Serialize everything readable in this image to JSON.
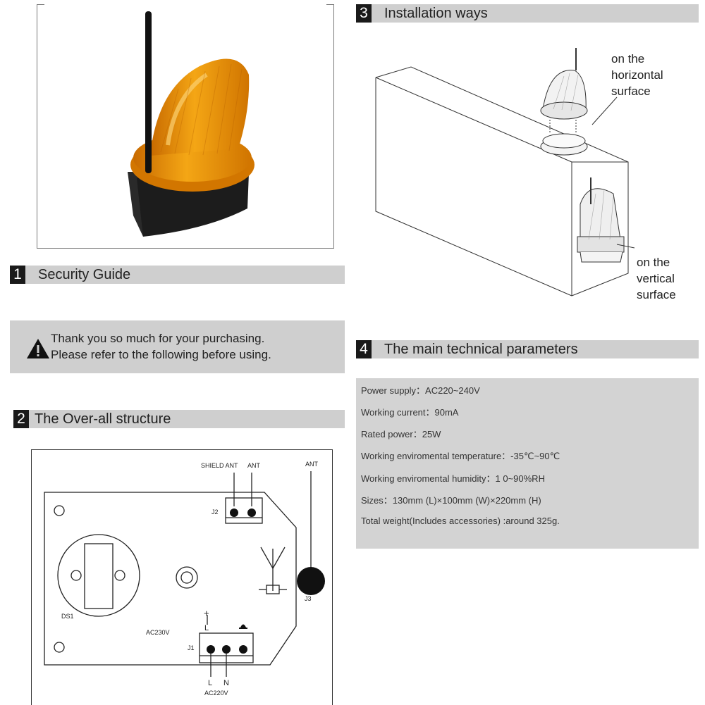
{
  "sections": {
    "security": {
      "num": "1",
      "title": "Security Guide"
    },
    "structure": {
      "num": "2",
      "title": "The Over-all structure"
    },
    "installation": {
      "num": "3",
      "title": "Installation ways"
    },
    "params": {
      "num": "4",
      "title": "The main technical parameters"
    }
  },
  "notice": {
    "line1": "Thank you so much for your purchasing.",
    "line2": "Please refer to the following before using."
  },
  "installation": {
    "horizontal": [
      "on the",
      "horizontal",
      "surface"
    ],
    "vertical": [
      "on the",
      "vertical",
      "surface"
    ]
  },
  "params": [
    "Power supply：AC220~240V",
    "Working current：90mA",
    "Rated power：25W",
    "Working enviromental temperature：-35℃~90℃",
    "Working enviromental humidity：1 0~90%RH",
    "Sizes：130mm (L)×100mm (W)×220mm (H)",
    "Total weight(Includes accessories) :around 325g."
  ],
  "pcb": {
    "shield_ant": "SHIELD ANT",
    "ant_j2": "ANT",
    "ant_top": "ANT",
    "j2": "J2",
    "j3": "J3",
    "ds1": "DS1",
    "ac230": "AC230V",
    "plus": "+",
    "l_top": "L",
    "j1": "J1",
    "l_bottom": "L",
    "n_bottom": "N",
    "ac220": "AC220V"
  },
  "colors": {
    "lamp_amber": "#f0a000",
    "header_gray": "#cfcfcf",
    "badge_black": "#1a1a1a"
  }
}
